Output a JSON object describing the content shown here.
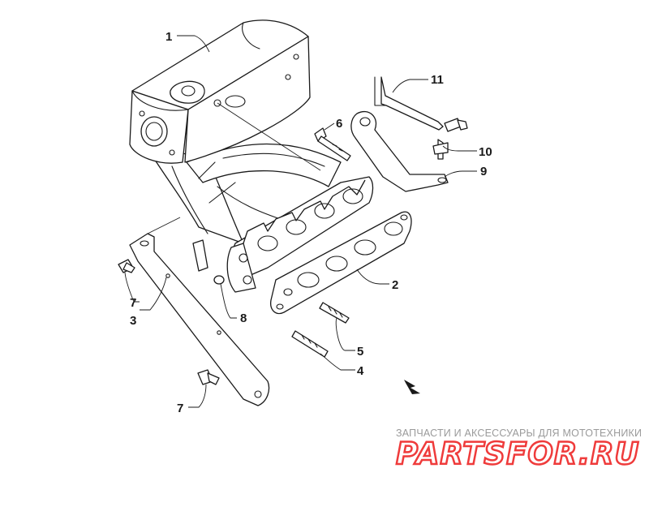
{
  "callouts": {
    "c1": "1",
    "c2": "2",
    "c3": "3",
    "c4": "4",
    "c5": "5",
    "c6": "6",
    "c7a": "7",
    "c7b": "7",
    "c8": "8",
    "c9": "9",
    "c10": "10",
    "c11": "11"
  },
  "watermark": {
    "text": "ЗАПЧАСТИ И АКСЕССУАРЫ ДЛЯ МОТОТЕХНИКИ",
    "logo": "PARTSFOR.RU",
    "logo_color": "#ef3b3b"
  },
  "colors": {
    "line": "#1a1a1a",
    "background": "#ffffff"
  }
}
